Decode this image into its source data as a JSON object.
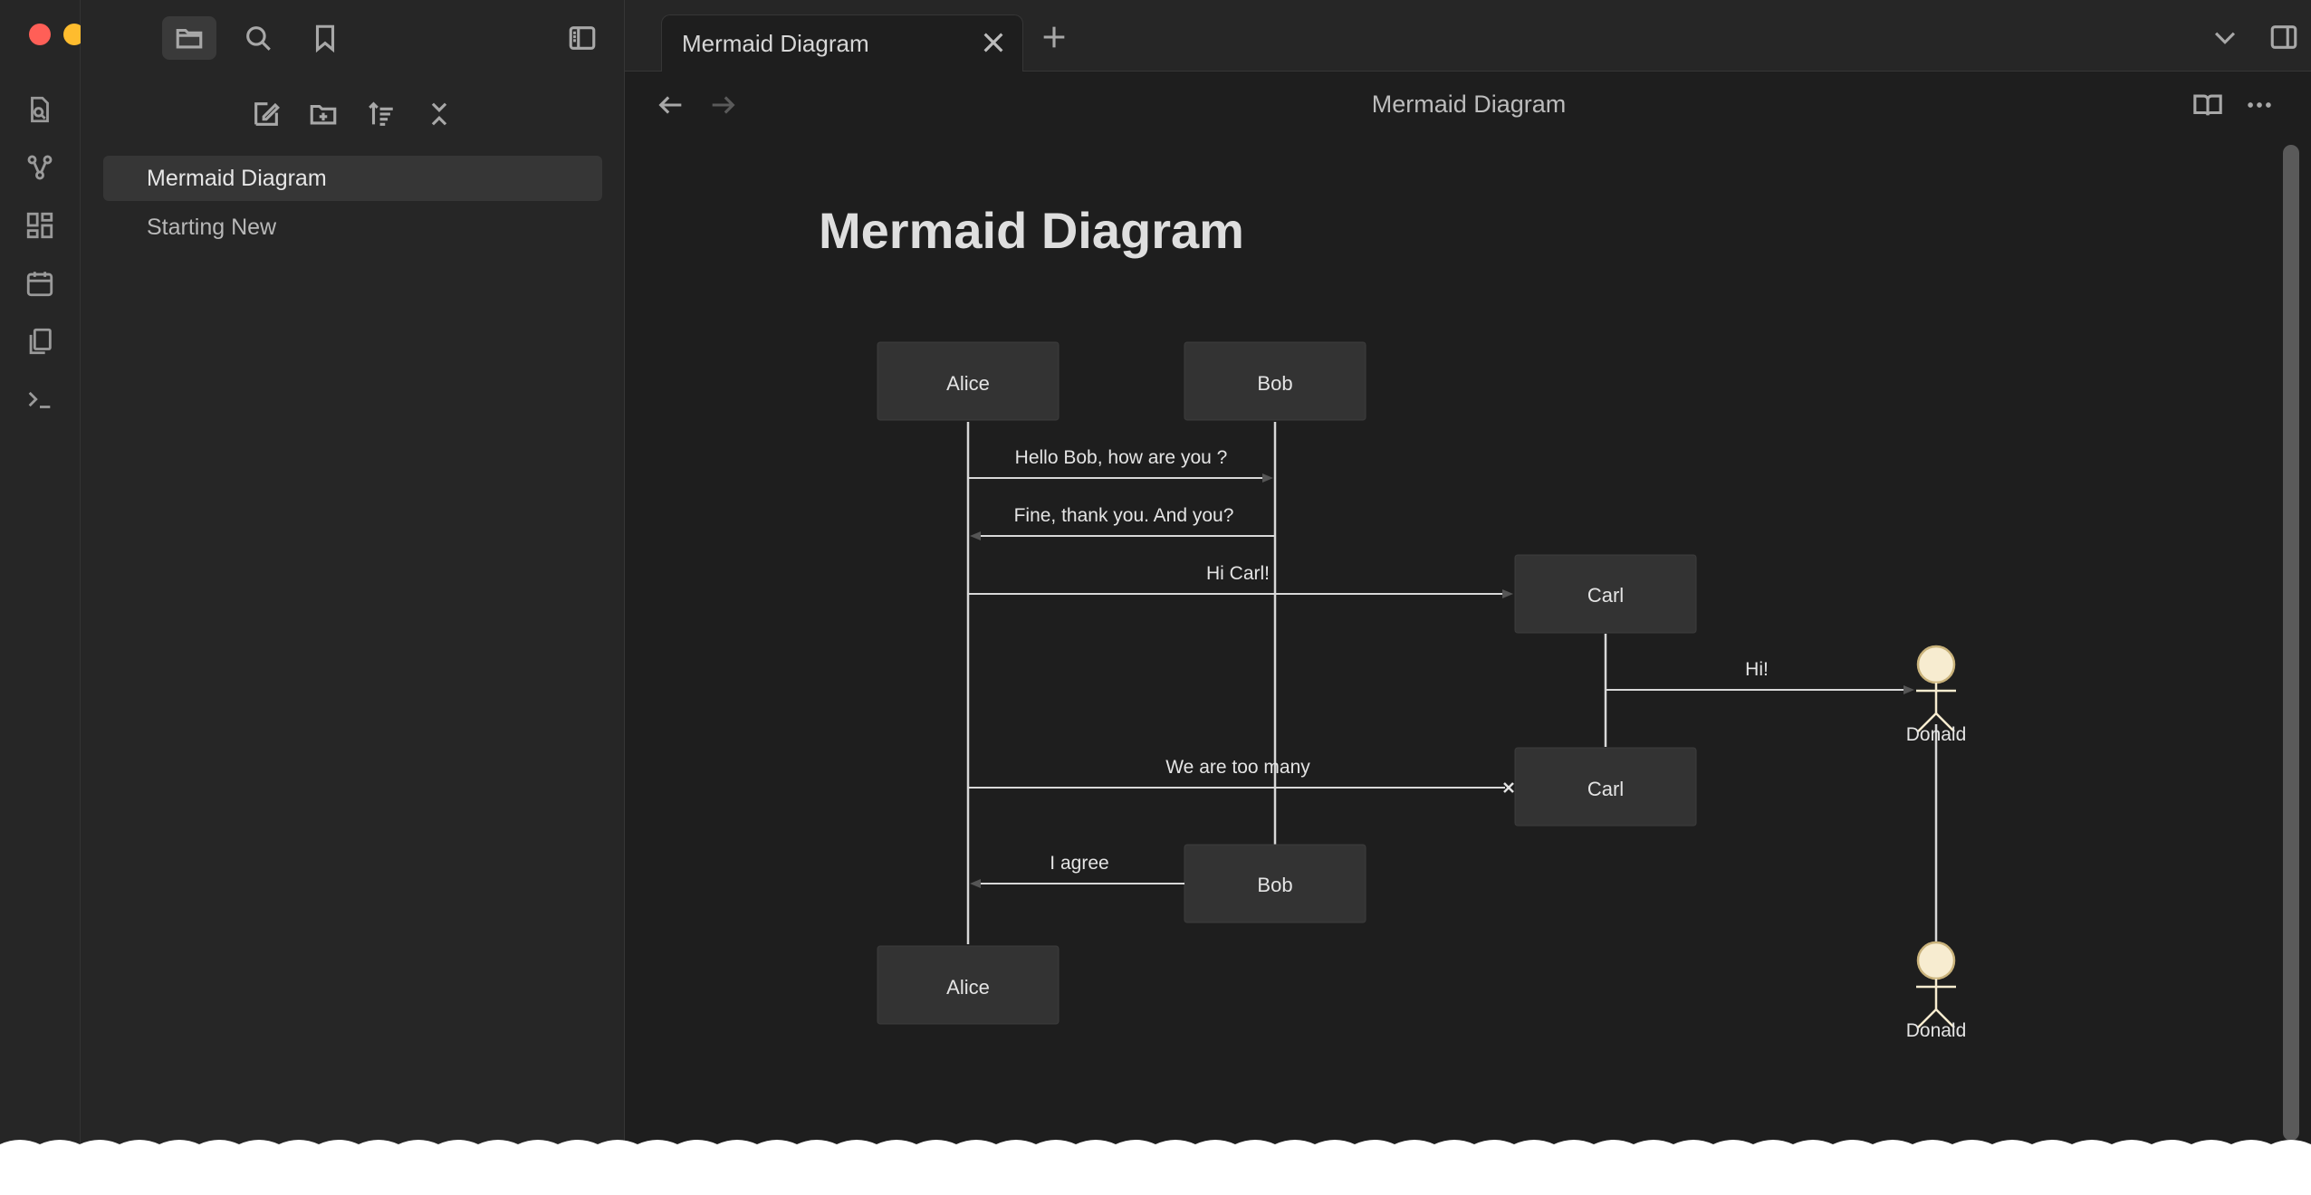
{
  "window": {
    "title": "Mermaid Diagram"
  },
  "ribbon": {
    "items": [
      "open-quick-switcher",
      "graph-view",
      "canvas",
      "daily-notes",
      "templates",
      "command-palette"
    ]
  },
  "sidebar": {
    "top_icons": [
      "folder-icon",
      "search-icon",
      "bookmark-icon"
    ],
    "actions": [
      "new-note",
      "new-folder",
      "sort",
      "collapse-all"
    ],
    "files": [
      {
        "label": "Mermaid Diagram",
        "active": true
      },
      {
        "label": "Starting New",
        "active": false
      }
    ]
  },
  "tabs": [
    {
      "label": "Mermaid Diagram",
      "active": true
    }
  ],
  "editor": {
    "view_title": "Mermaid Diagram",
    "doc_title": "Mermaid Diagram"
  },
  "diagram": {
    "type": "sequence",
    "participants": {
      "alice": "Alice",
      "bob": "Bob",
      "carl": "Carl",
      "donald": "Donald"
    },
    "messages": [
      {
        "from": "Alice",
        "to": "Bob",
        "text": "Hello Bob, how are you ?"
      },
      {
        "from": "Bob",
        "to": "Alice",
        "text": "Fine, thank you. And you?"
      },
      {
        "from": "Alice",
        "to": "Carl",
        "text": "Hi Carl!"
      },
      {
        "from": "Carl",
        "to": "Donald",
        "text": "Hi!"
      },
      {
        "from": "Alice",
        "to": "Carl",
        "text": "We are too many"
      },
      {
        "from": "Bob",
        "to": "Alice",
        "text": "I agree"
      }
    ]
  },
  "colors": {
    "background": "#1e1e1e",
    "panel": "#262626",
    "node": "#333333",
    "line": "#d8d8d8",
    "actor_head": "#f7ecd0",
    "close": "#ff5f57",
    "minimize": "#febc2e",
    "zoom": "#28c840"
  }
}
